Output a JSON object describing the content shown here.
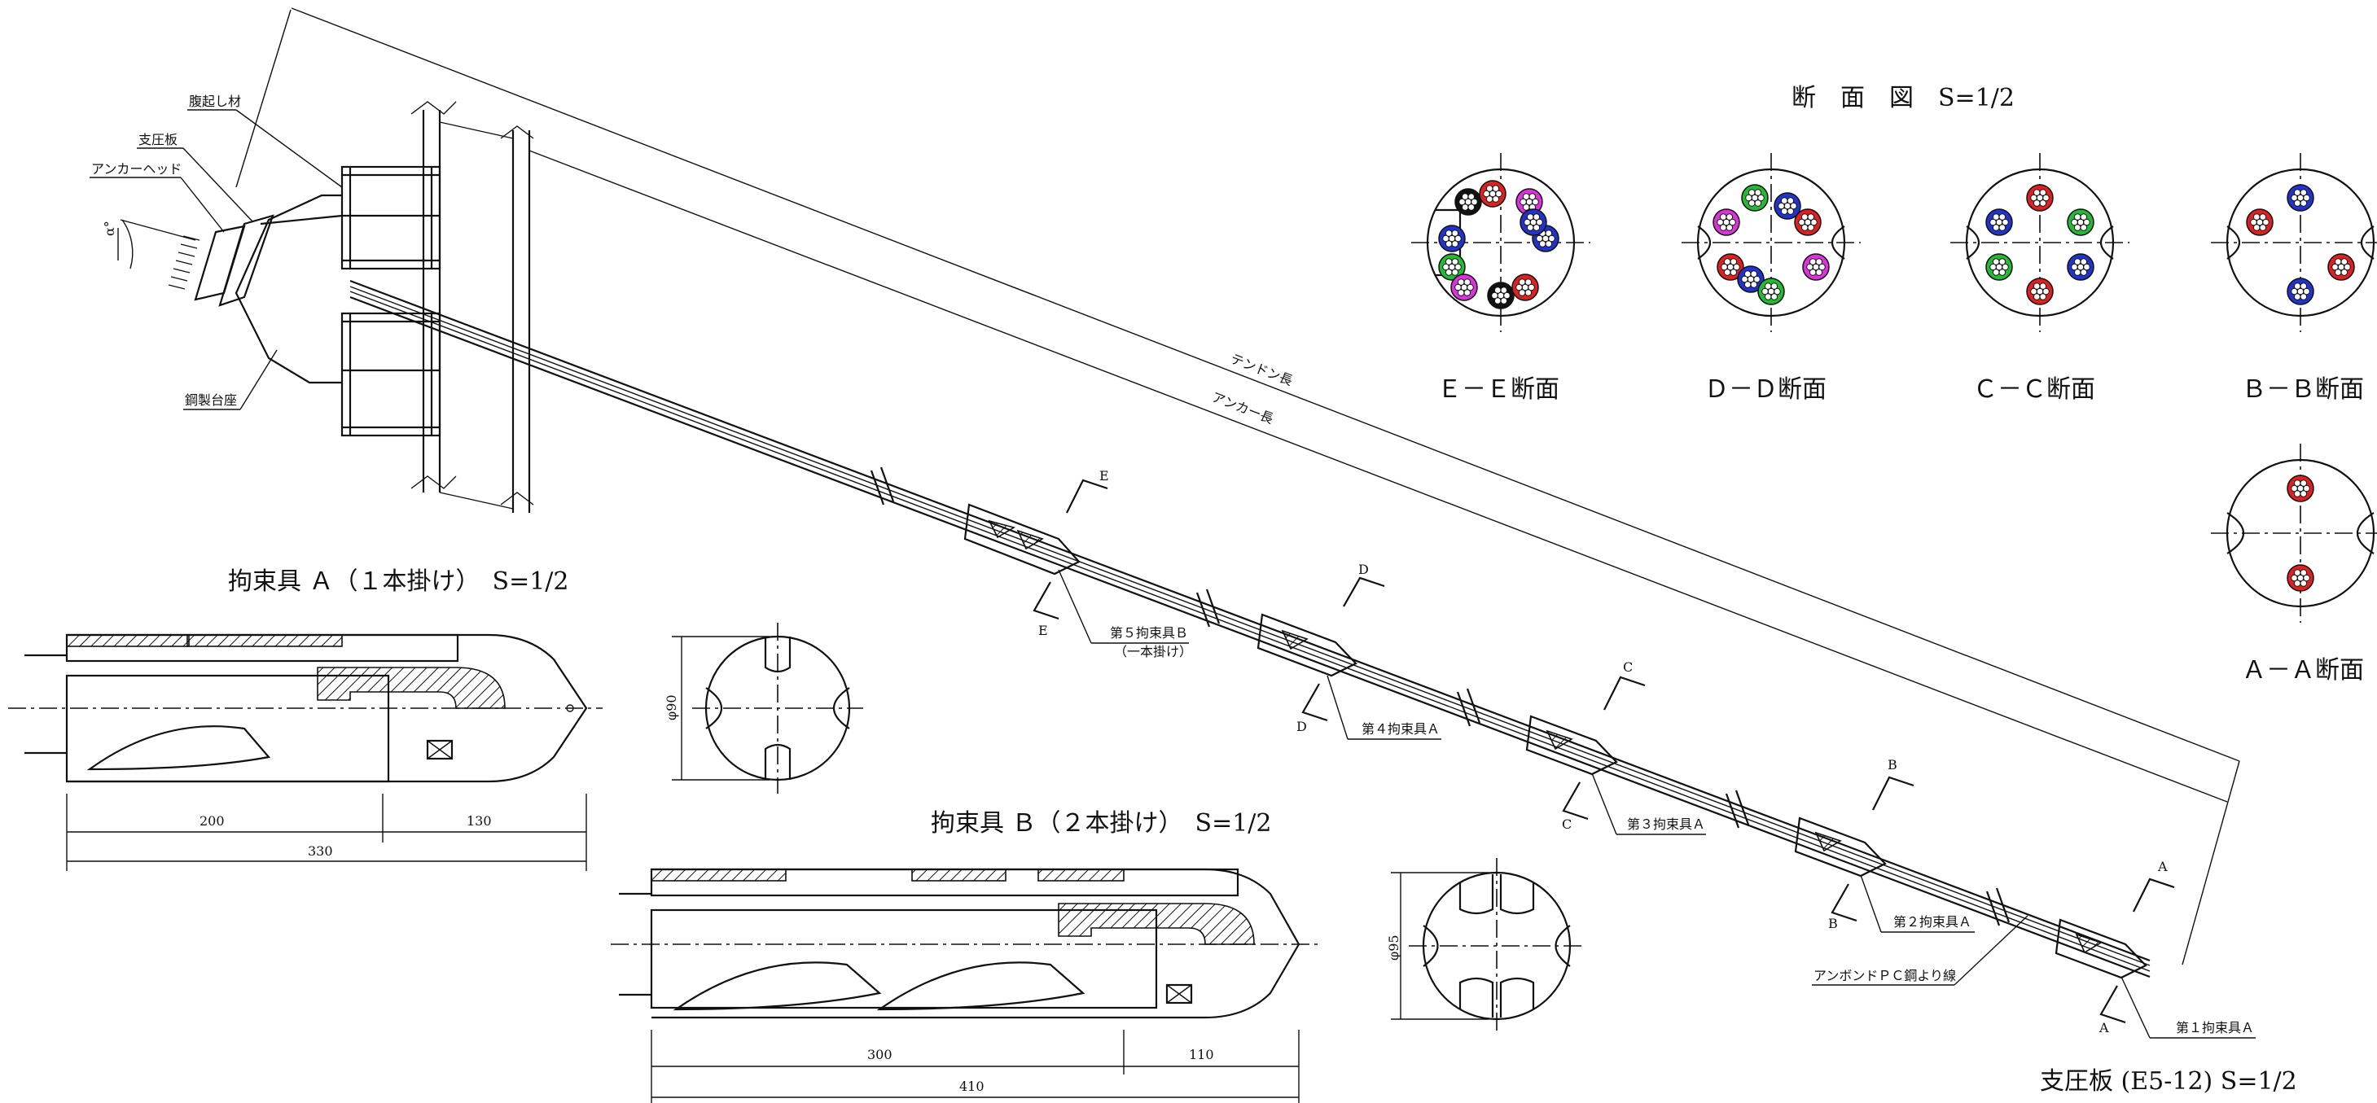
{
  "labels": {
    "fukuokoshi": "腹起し材",
    "shiatsuban": "支圧板",
    "anchor_head": "アンカーヘッド",
    "alpha": "α°",
    "kousei_daiza": "鋼製台座",
    "tendon_len": "テンドン長",
    "anchor_len": "アンカー長",
    "unbond": "アンボンドＰＣ鋼より線"
  },
  "sections": {
    "title": "断　面　図　S=1/2",
    "names": [
      "Ｅ－Ｅ断面",
      "Ｄ－Ｄ断面",
      "Ｃ－Ｃ断面",
      "Ｂ－Ｂ断面",
      "Ａ－Ａ断面"
    ]
  },
  "cut_marks": [
    "E",
    "E",
    "D",
    "D",
    "C",
    "C",
    "B",
    "B",
    "A",
    "A"
  ],
  "restrainers": {
    "r5": "第５拘束具Ｂ",
    "r5_sub": "（一本掛け）",
    "r4": "第４拘束具Ａ",
    "r3": "第３拘束具Ａ",
    "r2": "第２拘束具Ａ",
    "r1": "第１拘束具Ａ"
  },
  "detail_a": {
    "title": "拘束具 Ａ（１本掛け）　S=1/2",
    "dim1": "200",
    "dim2": "130",
    "total": "330",
    "dia": "φ90"
  },
  "detail_b": {
    "title": "拘束具 Ｂ（２本掛け）　S=1/2",
    "dim1": "300",
    "dim2": "110",
    "total": "410",
    "dia": "φ95"
  },
  "plate_label": "支圧板 (E5-12) S=1/2",
  "colors": {
    "red": "#e02020",
    "blue": "#2233cc",
    "green": "#22bb33",
    "magenta": "#dd33dd",
    "black": "#111111"
  }
}
